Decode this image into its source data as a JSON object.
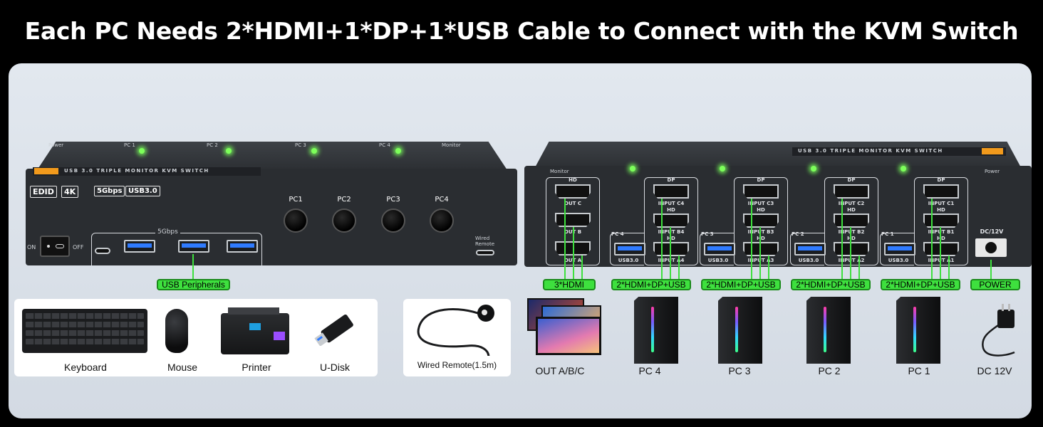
{
  "header": {
    "title": "Each PC Needs 2*HDMI+1*DP+1*USB Cable to Connect with the KVM Switch"
  },
  "front_panel": {
    "top_labels": [
      "Power",
      "PC 1",
      "PC 2",
      "PC 3",
      "PC 4",
      "Monitor"
    ],
    "strip_text": "USB 3.0 TRIPLE MONITOR KVM SWITCH",
    "badges": [
      "EDID",
      "4K",
      "5Gbps",
      "USB3.0"
    ],
    "power_on": "ON",
    "power_off": "OFF",
    "usb_speed": "5Gbps",
    "pc_buttons": [
      "PC1",
      "PC2",
      "PC3",
      "PC4"
    ],
    "wired_remote": "Wired\nRemote",
    "usb_pill": "USB Peripherals"
  },
  "peripherals": {
    "items": [
      "Keyboard",
      "Mouse",
      "Printer",
      "U-Disk"
    ],
    "remote": "Wired Remote(1.5m)"
  },
  "rear_panel": {
    "strip_text": "USB 3.0 TRIPLE MONITOR KVM SWITCH",
    "monitor_label": "Monitor",
    "power_label": "Power",
    "out_group": {
      "top": "HD",
      "labels": [
        "OUT C",
        "OUT B",
        "OUT A"
      ]
    },
    "pc_groups": [
      {
        "pc": "PC 4",
        "dp": "DP",
        "hd": "HD",
        "usb": "USB3.0",
        "inputs": [
          "INPUT C4",
          "INPUT B4",
          "INPUT A4"
        ]
      },
      {
        "pc": "PC 3",
        "dp": "DP",
        "hd": "HD",
        "usb": "USB3.0",
        "inputs": [
          "INPUT C3",
          "INPUT B3",
          "INPUT A3"
        ]
      },
      {
        "pc": "PC 2",
        "dp": "DP",
        "hd": "HD",
        "usb": "USB3.0",
        "inputs": [
          "INPUT C2",
          "INPUT B2",
          "INPUT A2"
        ]
      },
      {
        "pc": "PC 1",
        "dp": "DP",
        "hd": "HD",
        "usb": "USB3.0",
        "inputs": [
          "INPUT C1",
          "INPUT B1",
          "INPUT A1"
        ]
      }
    ],
    "dc_label": "DC/12V",
    "pills": [
      "3*HDMI",
      "2*HDMI+DP+USB",
      "2*HDMI+DP+USB",
      "2*HDMI+DP+USB",
      "2*HDMI+DP+USB",
      "POWER"
    ],
    "bottom_captions": [
      "OUT A/B/C",
      "PC 4",
      "PC 3",
      "PC 2",
      "PC 1",
      "DC 12V"
    ]
  },
  "colors": {
    "accent_green": "#3ee03e",
    "usb_blue": "#2f7bff",
    "brand_orange": "#f29a1c"
  }
}
